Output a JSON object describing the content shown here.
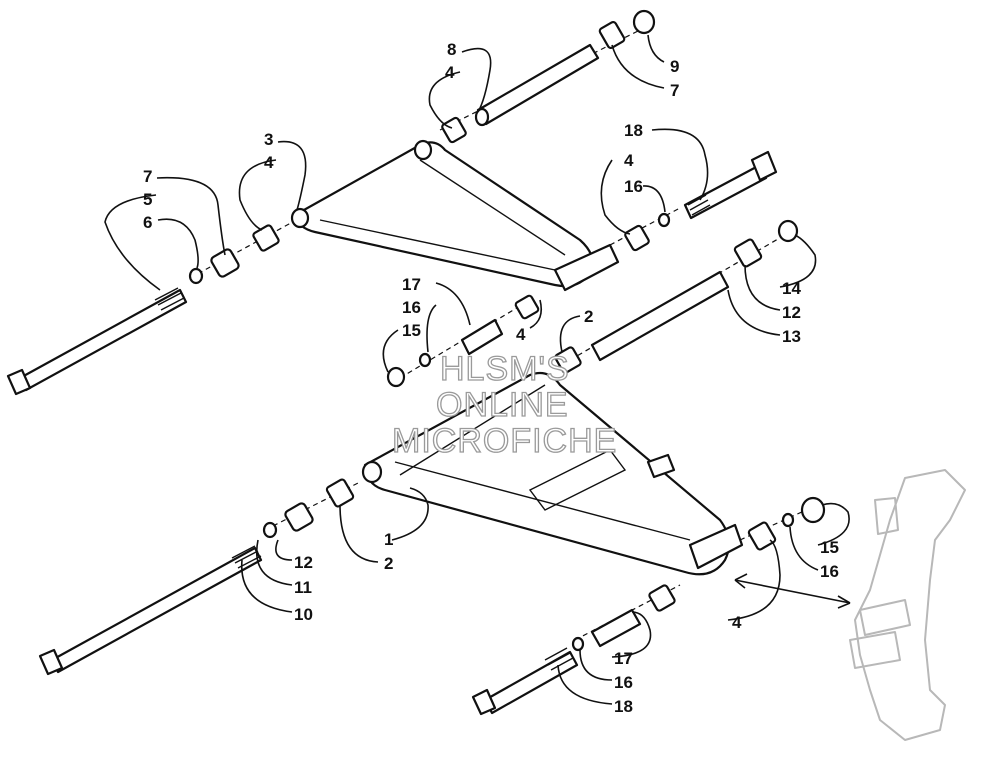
{
  "watermark": {
    "line1": "HLSM'S",
    "line2": "ONLINE",
    "line3": "MICROFICHE"
  },
  "callouts": {
    "c8": "8",
    "c4a": "4",
    "c9": "9",
    "c7a": "7",
    "c3": "3",
    "c4b": "4",
    "c18a": "18",
    "c4c": "4",
    "c16a": "16",
    "c7b": "7",
    "c5": "5",
    "c6": "6",
    "c17a": "17",
    "c16b": "16",
    "c15a": "15",
    "c4d": "4",
    "c2a": "2",
    "c14": "14",
    "c12a": "12",
    "c13": "13",
    "c1": "1",
    "c2b": "2",
    "c12b": "12",
    "c11": "11",
    "c10": "10",
    "c15b": "15",
    "c16c": "16",
    "c4e": "4",
    "c17b": "17",
    "c16d": "16",
    "c18b": "18"
  }
}
